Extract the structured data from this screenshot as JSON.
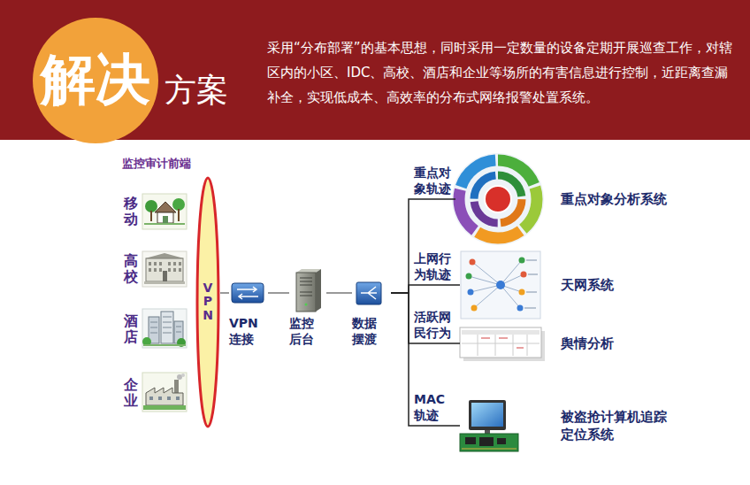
{
  "diagram": {
    "nodes": [
      {
        "text": [
          "采用“分布部署”的基本思想，同时采用一定数量的设备定期开展巡查工作，对辖区内的小区、IDC、高校、酒店和企业等场所的有害信息进行控制，近距离查漏补全，实现低成本、高效率的分布式网络报警处置系统。"
        ]
      },
      {
        "text": [
          "解决",
          "方案"
        ],
        "in": 0
      },
      {
        "text": [
          "移动"
        ]
      },
      {
        "text": [
          "高校"
        ]
      },
      {
        "text": [
          "酒店"
        ]
      },
      {
        "text": [
          "企业"
        ]
      },
      {
        "text": [
          "VPN"
        ]
      },
      {
        "text": [
          "VPN 连接"
        ]
      },
      {
        "text": [
          "监控 后台"
        ]
      },
      {
        "text": [
          "数据 摆渡"
        ]
      },
      {
        "text": [
          "重点对 象轨迹",
          "重点对象分析系统"
        ]
      },
      {
        "text": [
          "上网行 为轨迹",
          "天网系统"
        ]
      },
      {
        "text": [
          "活跃网 民行为",
          "舆情分析"
        ]
      },
      {
        "text": [
          "MAC 轨迹",
          "被盗抢计算机追踪 定位系统"
        ]
      }
    ],
    "edges": [
      {
        "from": 6,
        "to": 7,
        "arrow": "none"
      },
      {
        "from": 7,
        "to": 8,
        "arrow": "none"
      },
      {
        "from": 8,
        "to": 9,
        "arrow": "none"
      },
      {
        "from": 9,
        "to": 10,
        "arrow": "none"
      },
      {
        "from": 9,
        "to": 11,
        "arrow": "none"
      },
      {
        "from": 9,
        "to": 12,
        "arrow": "none"
      },
      {
        "from": 9,
        "to": 13,
        "arrow": "none"
      }
    ],
    "labels": [
      "监控审计前端"
    ]
  }
}
